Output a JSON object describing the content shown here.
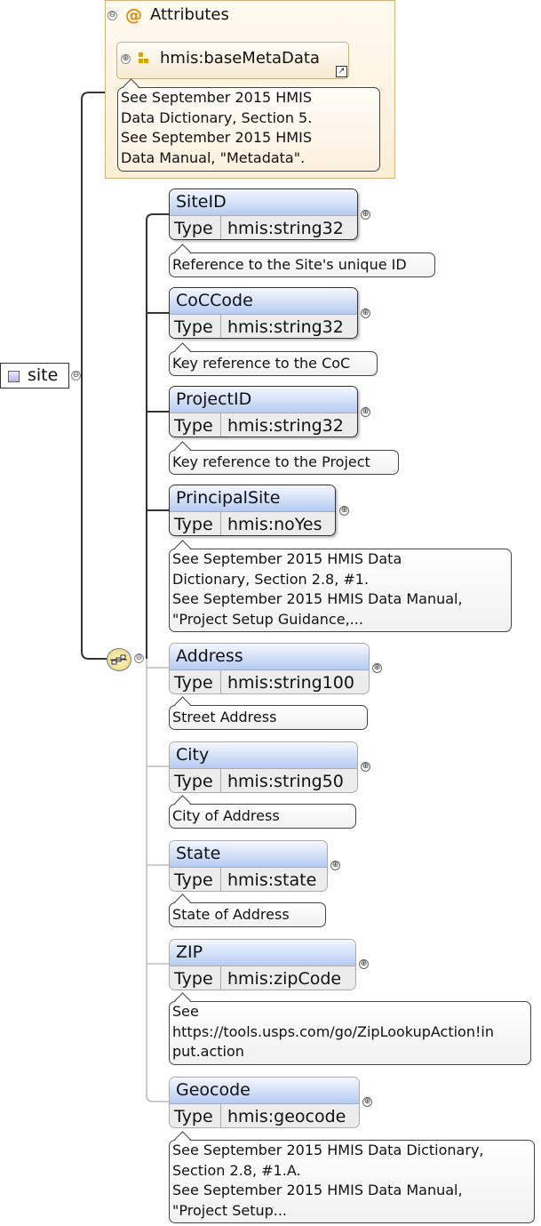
{
  "attributes": {
    "collapse": "⊖",
    "at": "@",
    "title": "Attributes",
    "item_expand": "⊕",
    "item": "hmis:baseMetaData",
    "ref_arrow": "↗",
    "note": "See September 2015 HMIS\nData Dictionary, Section 5.\nSee September 2015 HMIS\nData Manual, \"Metadata\"."
  },
  "root": {
    "label": "site",
    "collapse": "⊖"
  },
  "sequence": {
    "icon": "sequence-icon",
    "collapse": "⊖"
  },
  "type_key": "Type",
  "elements": [
    {
      "name": "SiteID",
      "type": "hmis:string32",
      "note": "Reference to the Site's unique ID"
    },
    {
      "name": "CoCCode",
      "type": "hmis:string32",
      "note": "Key reference to the CoC"
    },
    {
      "name": "ProjectID",
      "type": "hmis:string32",
      "note": "Key reference to the Project"
    },
    {
      "name": "PrincipalSite",
      "type": "hmis:noYes",
      "note": "See September 2015 HMIS Data\nDictionary, Section 2.8, #1.\nSee September 2015 HMIS Data Manual,\n\"Project Setup Guidance,..."
    },
    {
      "name": "Address",
      "type": "hmis:string100",
      "note": "Street Address"
    },
    {
      "name": "City",
      "type": "hmis:string50",
      "note": "City of Address"
    },
    {
      "name": "State",
      "type": "hmis:state",
      "note": "State of Address"
    },
    {
      "name": "ZIP",
      "type": "hmis:zipCode",
      "note": "See\nhttps://tools.usps.com/go/ZipLookupAction!in\nput.action"
    },
    {
      "name": "Geocode",
      "type": "hmis:geocode",
      "note": "See September 2015 HMIS Data Dictionary,\nSection 2.8, #1.A.\nSee September 2015 HMIS Data Manual,\n\"Project Setup..."
    }
  ],
  "expand_symbol": "⊕"
}
